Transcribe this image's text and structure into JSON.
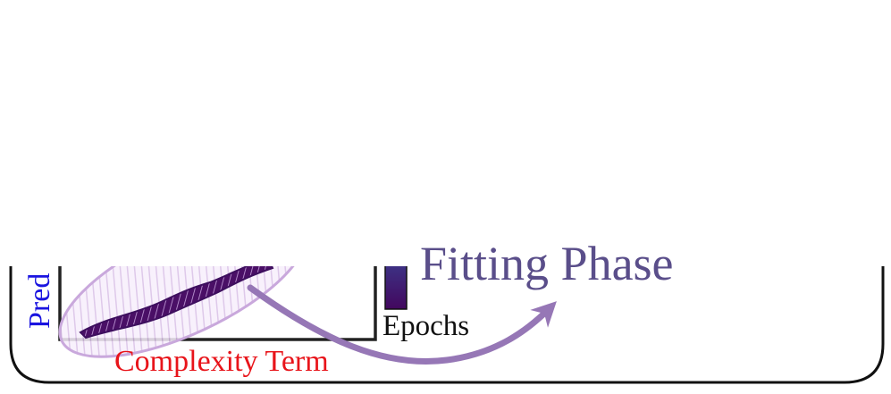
{
  "diagram": {
    "x_axis_label": "Complexity Term",
    "y_axis_label_visible": "Pred",
    "colorbar_label": "Epochs",
    "phase_label_visible": "Fitting Phase",
    "colors": {
      "x_axis_label": "#e8141a",
      "y_axis_label": "#1a14e0",
      "phase_label": "#5a4e8a",
      "trajectory": "#3d0f5e",
      "highlight_ellipse": "#c9a8dc",
      "arrow": "#9677b6",
      "frame": "#111111"
    }
  }
}
